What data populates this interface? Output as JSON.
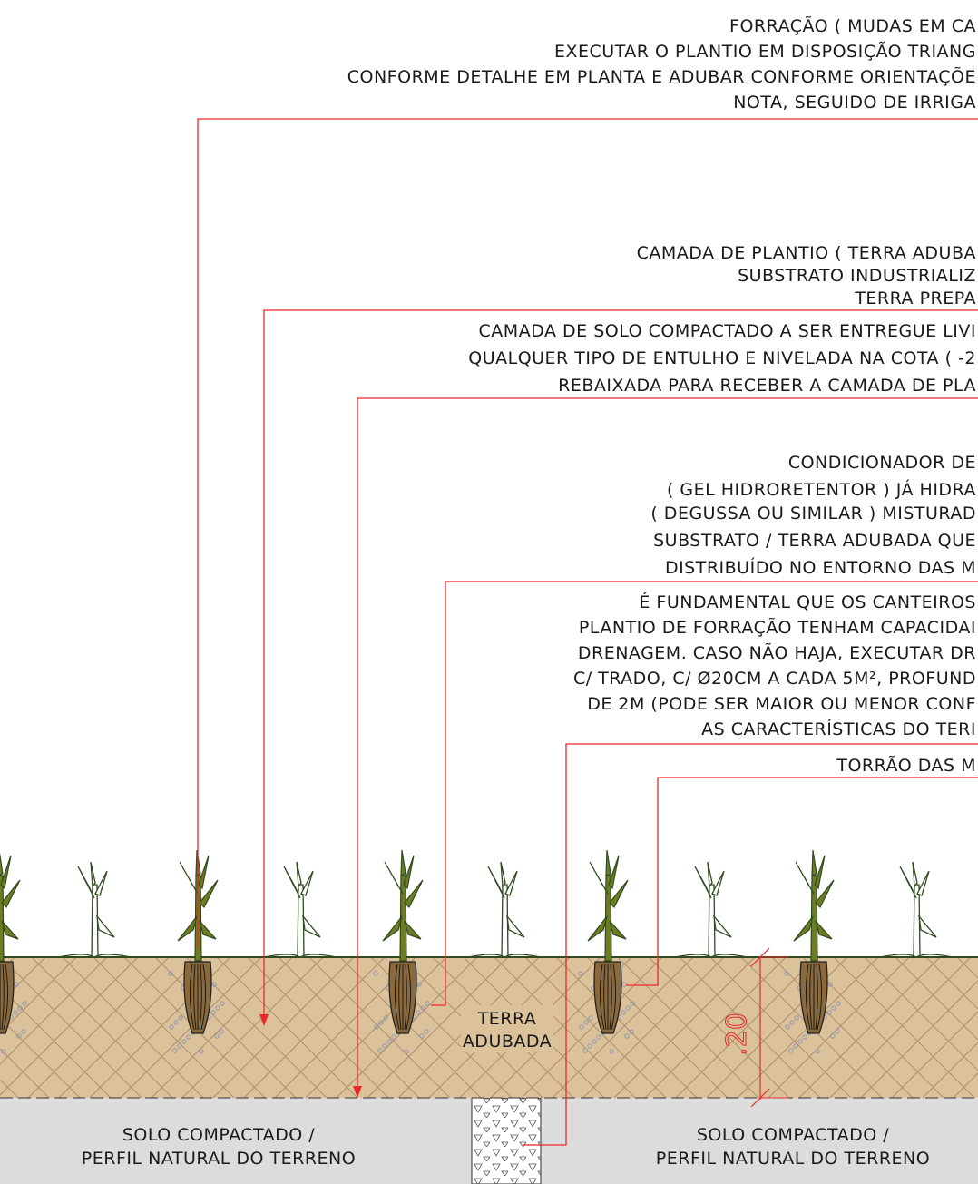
{
  "notes": {
    "forracao": {
      "lines": [
        "FORRAÇÃO ( MUDAS EM CA",
        "EXECUTAR O PLANTIO EM DISPOSIÇÃO TRIANG",
        "CONFORME DETALHE EM PLANTA E ADUBAR CONFORME ORIENTAÇÕE",
        "NOTA, SEGUIDO DE IRRIGA"
      ]
    },
    "camada_plantio": {
      "lines": [
        "CAMADA DE PLANTIO ( TERRA ADUBA",
        "SUBSTRATO INDUSTRIALIZ",
        "TERRA PREPA"
      ]
    },
    "solo_compactado": {
      "lines": [
        "CAMADA DE SOLO COMPACTADO A SER ENTREGUE LIVI",
        "QUALQUER TIPO DE ENTULHO E NIVELADA NA COTA ( -2",
        "REBAIXADA PARA RECEBER A CAMADA DE PLA"
      ]
    },
    "condicionador": {
      "lines": [
        "CONDICIONADOR DE",
        "( GEL HIDRORETENTOR ) JÁ HIDRA",
        "( DEGUSSA OU SIMILAR ) MISTURAD",
        "SUBSTRATO / TERRA ADUBADA QUE",
        "DISTRIBUÍDO NO ENTORNO DAS M"
      ]
    },
    "drenagem": {
      "lines": [
        "É FUNDAMENTAL QUE OS CANTEIROS",
        "PLANTIO DE FORRAÇÃO TENHAM CAPACIDAI",
        "DRENAGEM. CASO NÃO HAJA, EXECUTAR DR",
        "C/ TRADO, C/ Ø20CM A CADA 5M², PROFUND",
        "DE 2M (PODE SER MAIOR OU MENOR CONF",
        "AS CARACTERÍSTICAS DO TERI"
      ]
    },
    "torrao": {
      "lines": [
        "TORRÃO DAS M"
      ]
    }
  },
  "labels": {
    "terra_adubada": [
      "TERRA",
      "ADUBADA"
    ],
    "solo_left": [
      "SOLO COMPACTADO /",
      "PERFIL NATURAL DO TERRENO"
    ],
    "solo_right": [
      "SOLO COMPACTADO /",
      "PERFIL NATURAL DO TERRENO"
    ],
    "dimension": ".20"
  },
  "colors": {
    "leader": "#e8282a",
    "soil_fill": "#dcc29b",
    "soil_hatch": "#a68a67",
    "compacted_soil": "#dcdcdc",
    "plant_outline": "#2f4a1e",
    "plant_dark_fill": "#6e7d24",
    "root_ball": "#8a6a3d"
  }
}
